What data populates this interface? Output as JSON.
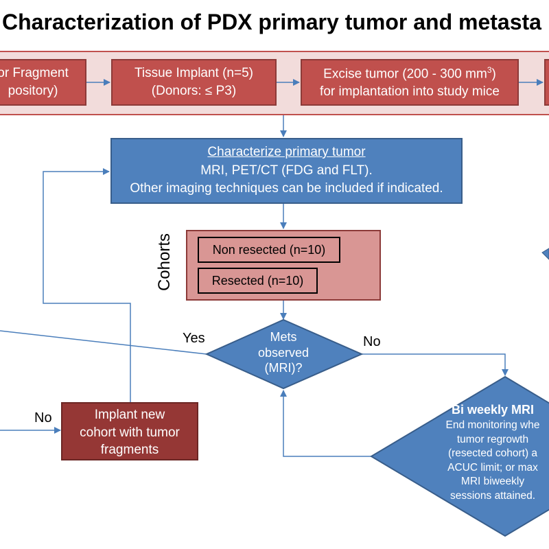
{
  "title": "Characterization of PDX primary tumor and metasta",
  "top_row": {
    "box1": {
      "line1": "or Fragment",
      "line2": "pository)"
    },
    "box2": {
      "line1": "Tissue Implant (n=5)",
      "line2": "(Donors: ≤ P3)"
    },
    "box3": {
      "line1": "Excise tumor (200 - 300 mm",
      "sup": "3",
      "line1_end": ")",
      "line2": "for implantation into study mice"
    }
  },
  "characterize": {
    "heading": "Characterize primary tumor",
    "line2": "MRI, PET/CT (FDG and FLT).",
    "line3": "Other imaging techniques can be included if indicated."
  },
  "cohorts": {
    "label": "Cohorts",
    "items": [
      "Non resected (n=10)",
      "Resected (n=10)"
    ]
  },
  "decision": {
    "line1": "Mets",
    "line2": "observed",
    "line3": "(MRI)?"
  },
  "labels": {
    "yes": "Yes",
    "no_right": "No",
    "no_left": "No"
  },
  "implant": {
    "line1": "Implant new",
    "line2": "cohort with tumor",
    "line3": "fragments"
  },
  "biweekly": {
    "heading": "Bi weekly MRI",
    "lines": [
      "End monitoring whe",
      "tumor regrowth",
      "(resected cohort) a",
      "ACUC limit; or max",
      "MRI biweekly",
      "sessions attained."
    ]
  },
  "colors": {
    "red_box": "#c0504d",
    "blue_box": "#4f81bd",
    "band": "#f2dcdb",
    "cohort_bg": "#d99694",
    "implant_box": "#953735",
    "connector": "#4a7ebb"
  }
}
